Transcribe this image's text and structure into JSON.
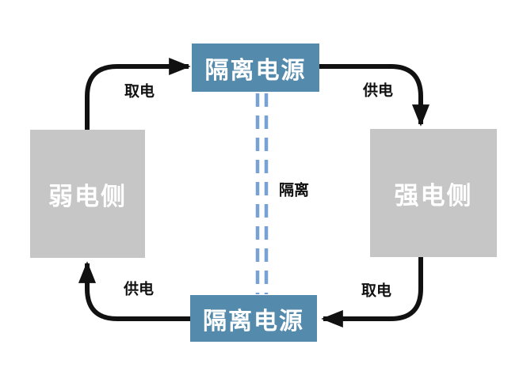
{
  "diagram": {
    "type": "flow-diagram",
    "description": "Isolated power supply loop between weak-current and strong-current sides",
    "nodes": {
      "top_isolator": {
        "label": "隔离电源"
      },
      "bottom_isolator": {
        "label": "隔离电源"
      },
      "weak_side": {
        "label": "弱电侧"
      },
      "strong_side": {
        "label": "强电侧"
      }
    },
    "edges": {
      "weak_to_top_isolator": {
        "label": "取电",
        "direction": "weak side → top isolator"
      },
      "top_isolator_to_strong": {
        "label": "供电",
        "direction": "top isolator → strong side"
      },
      "strong_to_bottom_isolator": {
        "label": "取电",
        "direction": "strong side → bottom isolator"
      },
      "bottom_isolator_to_weak": {
        "label": "供电",
        "direction": "bottom isolator → weak side"
      }
    },
    "isolation_barrier": {
      "label": "隔离",
      "style": "double dashed vertical line"
    },
    "colors": {
      "isolator_box": "#548aac",
      "side_box": "#c6c6c6",
      "box_text": "#ffffff",
      "arrow": "#111111",
      "isolation_dash": "#78a2d4",
      "label_text": "#111111",
      "background": "#ffffff"
    }
  }
}
